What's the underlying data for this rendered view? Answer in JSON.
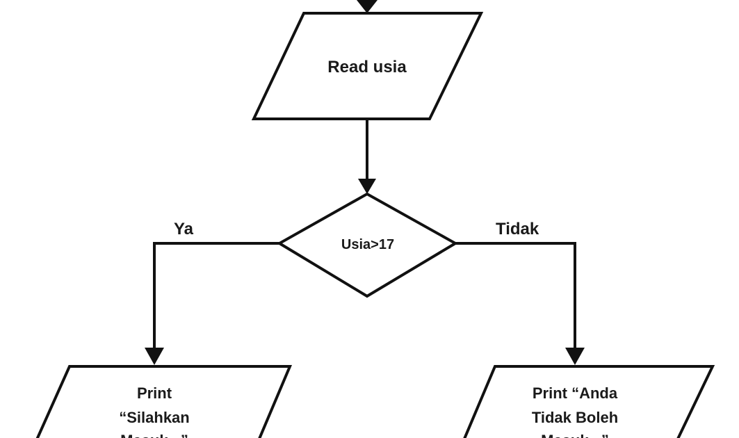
{
  "diagram": {
    "read_node": {
      "text": "Read usia"
    },
    "decision_node": {
      "text": "Usia>17"
    },
    "branch_yes": {
      "text": "Ya"
    },
    "branch_no": {
      "text": "Tidak"
    },
    "print_yes": {
      "lines": [
        "Print",
        "“Silahkan",
        "Masuk...”"
      ]
    },
    "print_no": {
      "lines": [
        "Print “Anda",
        "Tidak Boleh",
        "Masuk...”"
      ]
    }
  }
}
